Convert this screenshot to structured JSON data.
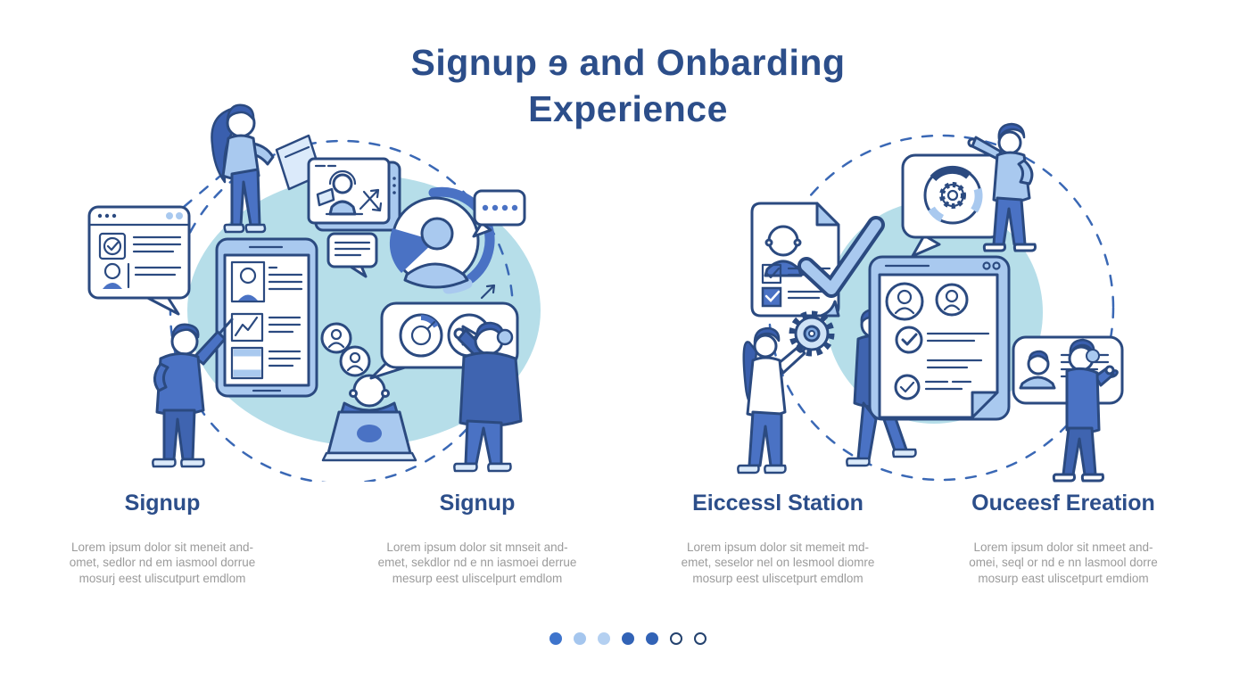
{
  "title": {
    "line1": "Signup ɘ and  Onbarding",
    "line2": "Experience"
  },
  "sections": [
    {
      "heading": "Signup",
      "lines": [
        "Lorem ipsum dolor sit meneit and-",
        "omet, sedlor nd em iasmool dorrue",
        "mosurj eest uliscutpurt emdlom"
      ]
    },
    {
      "heading": "Signup",
      "lines": [
        "Lorem ipsum dolor sit mnseit and-",
        "emet, sekdlor nd e nn iasmoei derrue",
        "mesurp eest uliscelpurt emdlom"
      ]
    },
    {
      "heading": "Eiccessl Station",
      "lines": [
        "Lorem ipsum dolor sit memeit md-",
        "emet, seselor nel on lesmool diomre",
        "mosurp eest uliscetpurt emdlom"
      ]
    },
    {
      "heading": "Ouceesf Ereation",
      "lines": [
        "Lorem ipsum dolor sit nmeet and-",
        "omei, seql or nd e nn lasmool dorre",
        "mosurp east uliscetpurt emdiom"
      ]
    }
  ],
  "pagination": {
    "dots": [
      {
        "state": "filled",
        "color": "#3e74cc"
      },
      {
        "state": "filled",
        "color": "#a5c6ee"
      },
      {
        "state": "filled",
        "color": "#b4d0f1"
      },
      {
        "state": "filled",
        "color": "#3263b6"
      },
      {
        "state": "filled",
        "color": "#3263b6"
      },
      {
        "state": "outline",
        "color": "#24426e"
      },
      {
        "state": "outline",
        "color": "#24426e"
      }
    ]
  },
  "scenes": {
    "left": {
      "name": "signup-illustration",
      "elements": [
        "browser-window-card",
        "checkbox-icon",
        "user-avatar-icon",
        "woman-holding-clipboard",
        "video-call-window",
        "profile-pie-avatar",
        "typing-dots-speech-bubble",
        "text-speech-bubble",
        "phone-profile-card",
        "line-chart-icon",
        "member-circles",
        "tutorial-speech-bubble",
        "gauge-icon",
        "play-button-icon",
        "person-at-laptop",
        "man-pointing-pen",
        "man-pressing-play"
      ]
    },
    "right": {
      "name": "onboarding-illustration",
      "elements": [
        "verified-profile-document",
        "checkbox-list-icon",
        "big-checkmark-icon",
        "gear-progress-speech-bubble",
        "man-presenting",
        "woman-holding-gear",
        "gear-icon",
        "man-walking-with-magnifier",
        "onboarding-checklist-tablet",
        "user-avatar-icons",
        "check-badge-icons",
        "profile-note-card",
        "man-writing-on-card"
      ]
    }
  },
  "colors": {
    "title": "#2c4e8a",
    "heading": "#2c4e8a",
    "body_text": "#9b9b9b",
    "outline": "#2b4a80",
    "figure_blue": "#4a72c4",
    "light_blue": "#a9c9ef",
    "blob": "#b6dee9",
    "dashed_line": "#3a68b5"
  }
}
